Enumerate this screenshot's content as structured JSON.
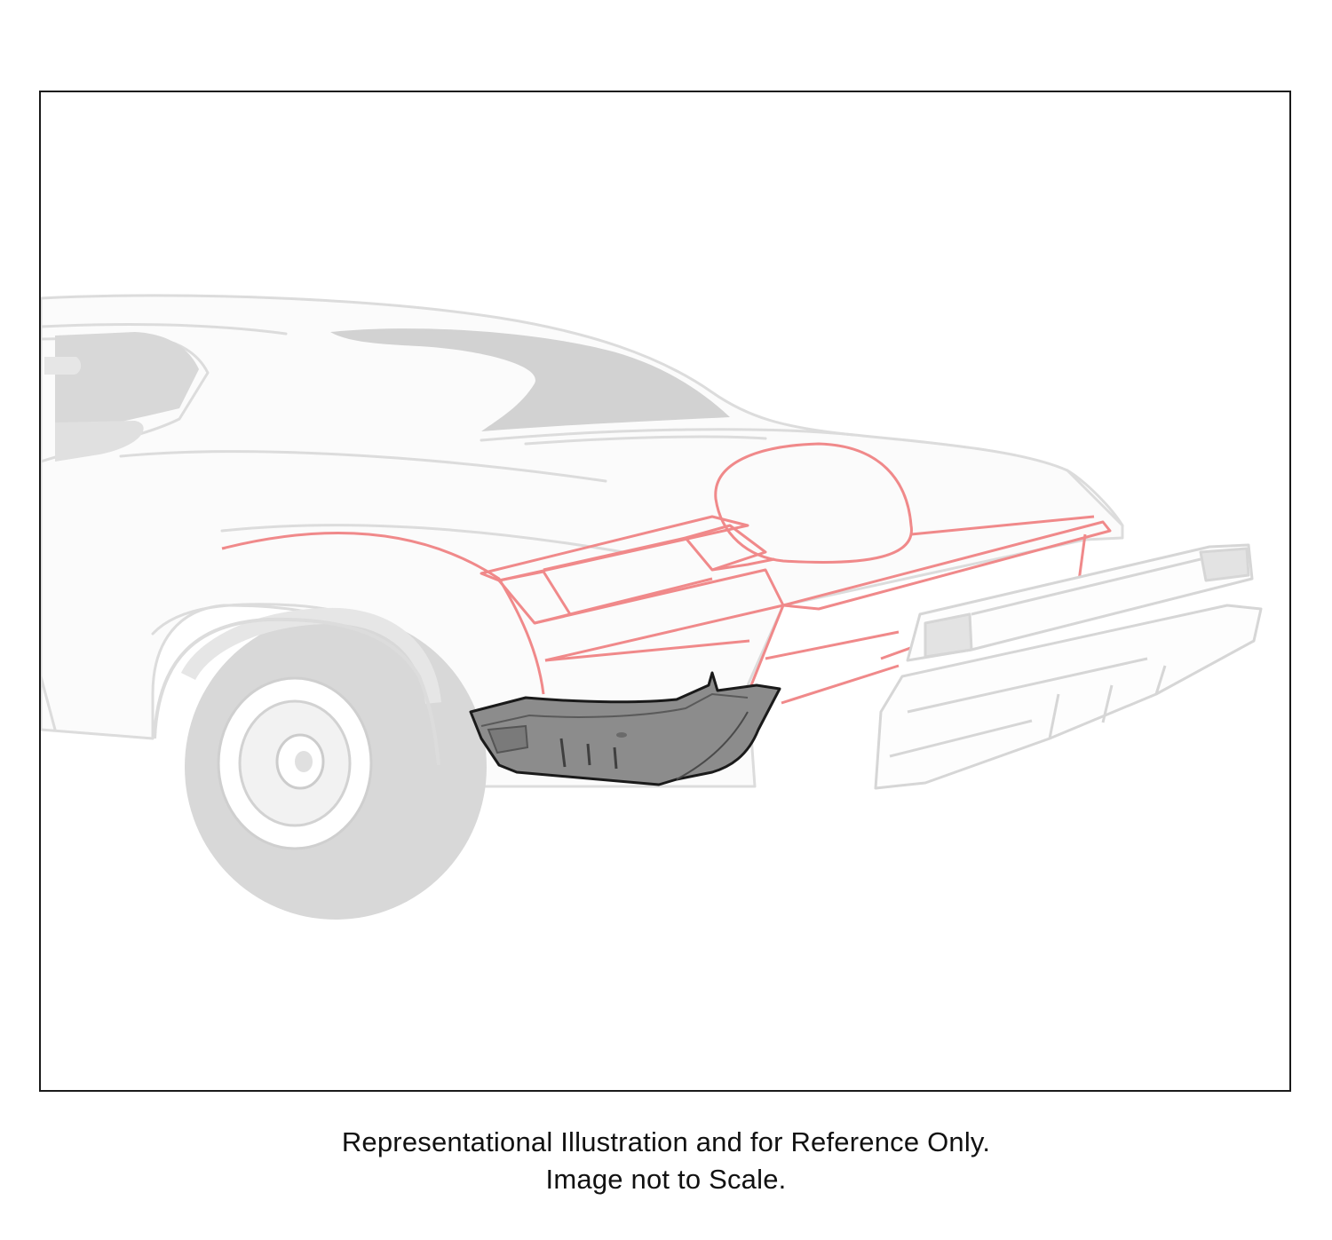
{
  "illustration": {
    "subject": "rear trunk floor pan extension",
    "highlight_color": "#8a8a8a",
    "context_line_color": "#f08a8a",
    "ghost_color": "#d9d9d9"
  },
  "caption": {
    "line1": "Representational Illustration and for Reference Only.",
    "line2": "Image not to Scale."
  }
}
